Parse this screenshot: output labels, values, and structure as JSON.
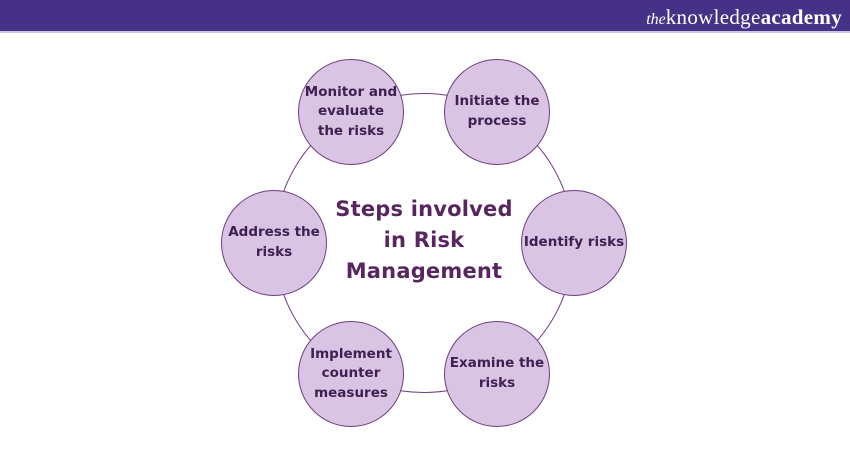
{
  "header": {
    "logo": {
      "prefix": "the",
      "mid": "knowledge",
      "suffix": "academy"
    },
    "bar_color": "#453287"
  },
  "diagram": {
    "title": "Steps involved in Risk Management",
    "steps": [
      {
        "id": "initiate",
        "label": "Initiate the\nprocess"
      },
      {
        "id": "identify",
        "label": "Identify risks"
      },
      {
        "id": "examine",
        "label": "Examine the\nrisks"
      },
      {
        "id": "implement",
        "label": "Implement\ncounter\nmeasures"
      },
      {
        "id": "address",
        "label": "Address the\nrisks"
      },
      {
        "id": "monitor",
        "label": "Monitor and\nevaluate\nthe risks"
      }
    ],
    "colors": {
      "node_fill": "#dac4e3",
      "node_border": "#6f3e82",
      "node_text": "#3f2052",
      "title_text": "#58265f",
      "ring_stroke": "#6f3e82"
    }
  }
}
